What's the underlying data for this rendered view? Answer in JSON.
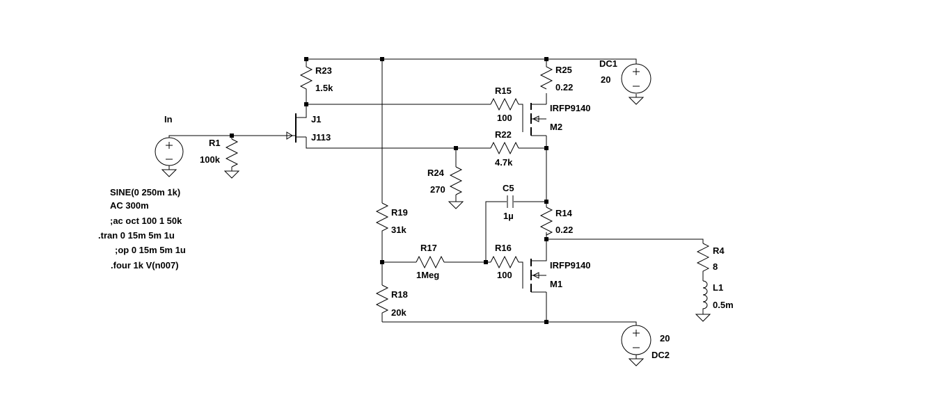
{
  "components": {
    "r23": {
      "name": "R23",
      "value": "1.5k"
    },
    "r25": {
      "name": "R25",
      "value": "0.22"
    },
    "dc1": {
      "name": "DC1",
      "value": "20"
    },
    "r15": {
      "name": "R15",
      "value": "100"
    },
    "m2": {
      "name": "M2",
      "model": "IRFP9140"
    },
    "in": {
      "name": "In"
    },
    "j1": {
      "name": "J1",
      "model": "J113"
    },
    "r1": {
      "name": "R1",
      "value": "100k"
    },
    "r22": {
      "name": "R22",
      "value": "4.7k"
    },
    "r24": {
      "name": "R24",
      "value": "270"
    },
    "c5": {
      "name": "C5",
      "value": "1µ"
    },
    "r14": {
      "name": "R14",
      "value": "0.22"
    },
    "r19": {
      "name": "R19",
      "value": "31k"
    },
    "r17": {
      "name": "R17",
      "value": "1Meg"
    },
    "r16": {
      "name": "R16",
      "value": "100"
    },
    "m1": {
      "name": "M1",
      "model": "IRFP9140"
    },
    "r4": {
      "name": "R4",
      "value": "8"
    },
    "l1": {
      "name": "L1",
      "value": "0.5m"
    },
    "r18": {
      "name": "R18",
      "value": "20k"
    },
    "dc2": {
      "name": "DC2",
      "value": "20"
    }
  },
  "directives": [
    "SINE(0 250m 1k)",
    "AC 300m",
    ";ac oct 100 1 50k",
    ".tran 0 15m 5m 1u",
    ";op 0 15m 5m 1u",
    ".four 1k V(n007)"
  ]
}
